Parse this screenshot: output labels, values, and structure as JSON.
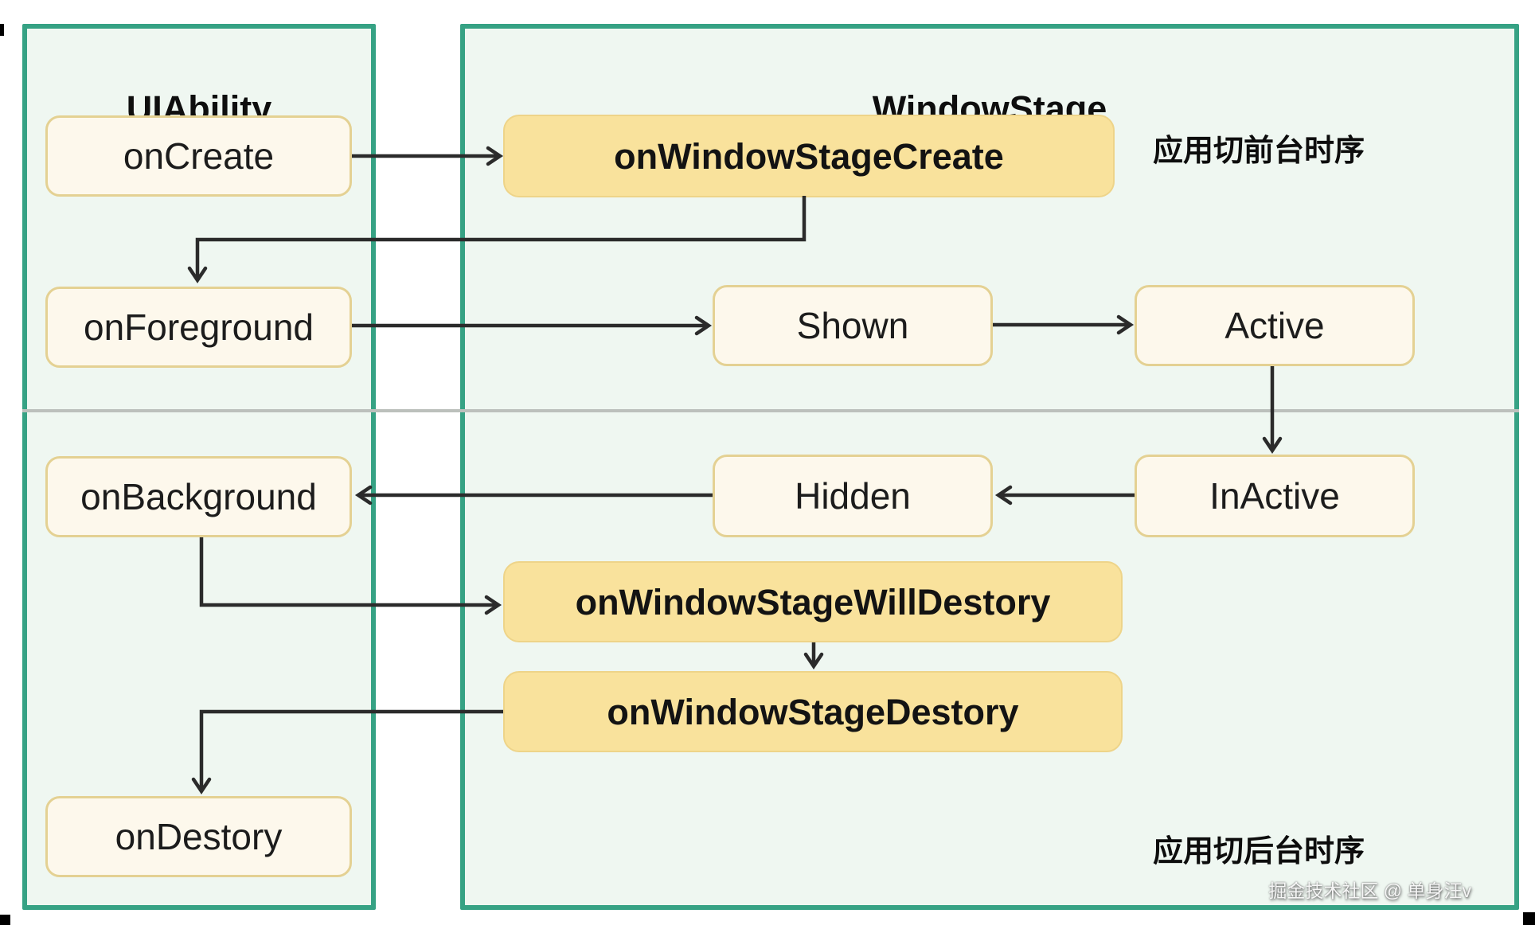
{
  "panels": {
    "uiability": {
      "title": "UIAbility"
    },
    "windowstage": {
      "title": "WindowStage"
    }
  },
  "nodes": {
    "on_create": "onCreate",
    "on_foreground": "onForeground",
    "on_background": "onBackground",
    "on_destory": "onDestory",
    "on_window_stage_create": "onWindowStageCreate",
    "shown": "Shown",
    "active": "Active",
    "hidden": "Hidden",
    "inactive": "InActive",
    "on_window_stage_will_destory": "onWindowStageWillDestory",
    "on_window_stage_destory": "onWindowStageDestory"
  },
  "annotations": {
    "foreground_sequence": "应用切前台时序",
    "background_sequence": "应用切后台时序"
  },
  "watermark": "掘金技术社区 @ 单身汪v",
  "colors": {
    "panel_bg": "#eff7f1",
    "panel_border": "#36a284",
    "box_light_bg": "#fdf8ec",
    "box_light_border": "#e4d193",
    "box_dark_bg": "#f9e29c",
    "box_dark_border": "#eed489",
    "arrow": "#2b2b2b",
    "divider": "#bcc0bc"
  }
}
